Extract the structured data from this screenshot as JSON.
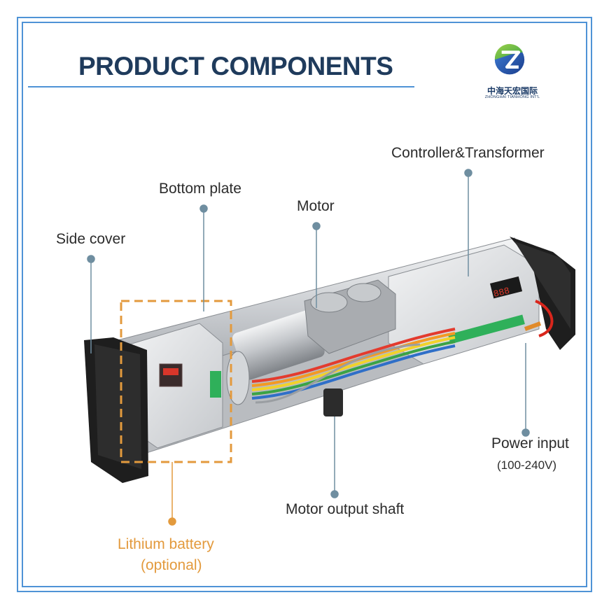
{
  "title": "PRODUCT COMPONENTS",
  "logo": {
    "cn": "中海天宏国际",
    "en": "ZHONGHAI TIANHONG INT'L"
  },
  "labels": {
    "controller": "Controller&Transformer",
    "bottom_plate": "Bottom plate",
    "motor": "Motor",
    "side_cover": "Side cover",
    "power_input": "Power input",
    "power_input_spec": "(100-240V)",
    "motor_output_shaft": "Motor output shaft",
    "lithium_battery": "Lithium battery",
    "lithium_battery_note": "(optional)"
  },
  "colors": {
    "frame": "#4f93d6",
    "title": "#1f3b5c",
    "callout": "#6f8ea0",
    "battery_highlight": "#e39a3d"
  },
  "icons": [
    "logo-z-icon"
  ]
}
